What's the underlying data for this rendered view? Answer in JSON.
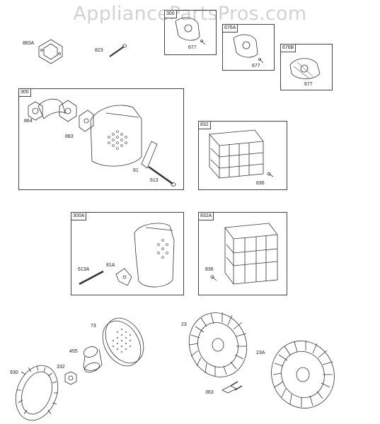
{
  "watermark": "AppliancePartsPros.com",
  "boxes": {
    "b_top1": "300",
    "b_676a": "676A",
    "b_676b": "676B",
    "b_300": "300",
    "b_832": "832",
    "b_300a": "300A",
    "b_832a": "832A"
  },
  "labels": {
    "l_883a": "883A",
    "l_823": "823",
    "l_677a": "677",
    "l_677b": "677",
    "l_677c": "677",
    "l_864": "864",
    "l_883": "883",
    "l_81": "81",
    "l_613": "613",
    "l_836a": "836",
    "l_613a": "613A",
    "l_81a": "81A",
    "l_836b": "836",
    "l_73": "73",
    "l_455": "455",
    "l_332": "332",
    "l_930": "930",
    "l_23": "23",
    "l_23a": "23A",
    "l_363": "363"
  }
}
